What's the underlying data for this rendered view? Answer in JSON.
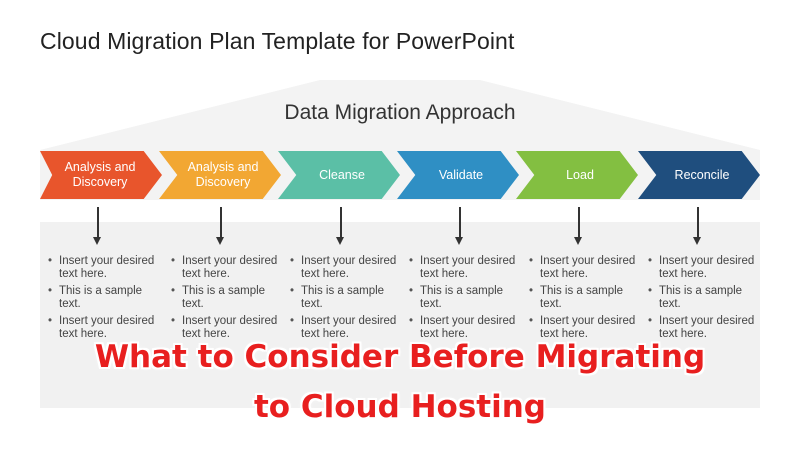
{
  "slide": {
    "title": "Cloud Migration Plan Template for PowerPoint",
    "approach_title": "Data Migration Approach"
  },
  "overlay": {
    "line1": "What to Consider Before Migrating",
    "line2": "to Cloud Hosting"
  },
  "colors": {
    "background_panel": "#f1f1f1",
    "overlay_text": "#e81f1f"
  },
  "steps": [
    {
      "label": "Analysis and Discovery",
      "color": "#e8552c",
      "bullets": [
        "Insert your desired text here.",
        "This is a sample text.",
        "Insert your desired text here."
      ]
    },
    {
      "label": "Analysis and Discovery",
      "color": "#f2a733",
      "bullets": [
        "Insert your desired text here.",
        "This is a sample text.",
        "Insert your desired text here."
      ]
    },
    {
      "label": "Cleanse",
      "color": "#5bbfa6",
      "bullets": [
        "Insert your desired text here.",
        "This is a sample text.",
        "Insert your desired text here."
      ]
    },
    {
      "label": "Validate",
      "color": "#2f8fc4",
      "bullets": [
        "Insert your desired text here.",
        "This is a sample text.",
        "Insert your desired text here."
      ]
    },
    {
      "label": "Load",
      "color": "#83bf41",
      "bullets": [
        "Insert your desired text here.",
        "This is a sample text.",
        "Insert your desired text here."
      ]
    },
    {
      "label": "Reconcile",
      "color": "#1f4e7e",
      "bullets": [
        "Insert your desired text here.",
        "This is a sample text.",
        "Insert your desired text here."
      ]
    }
  ]
}
